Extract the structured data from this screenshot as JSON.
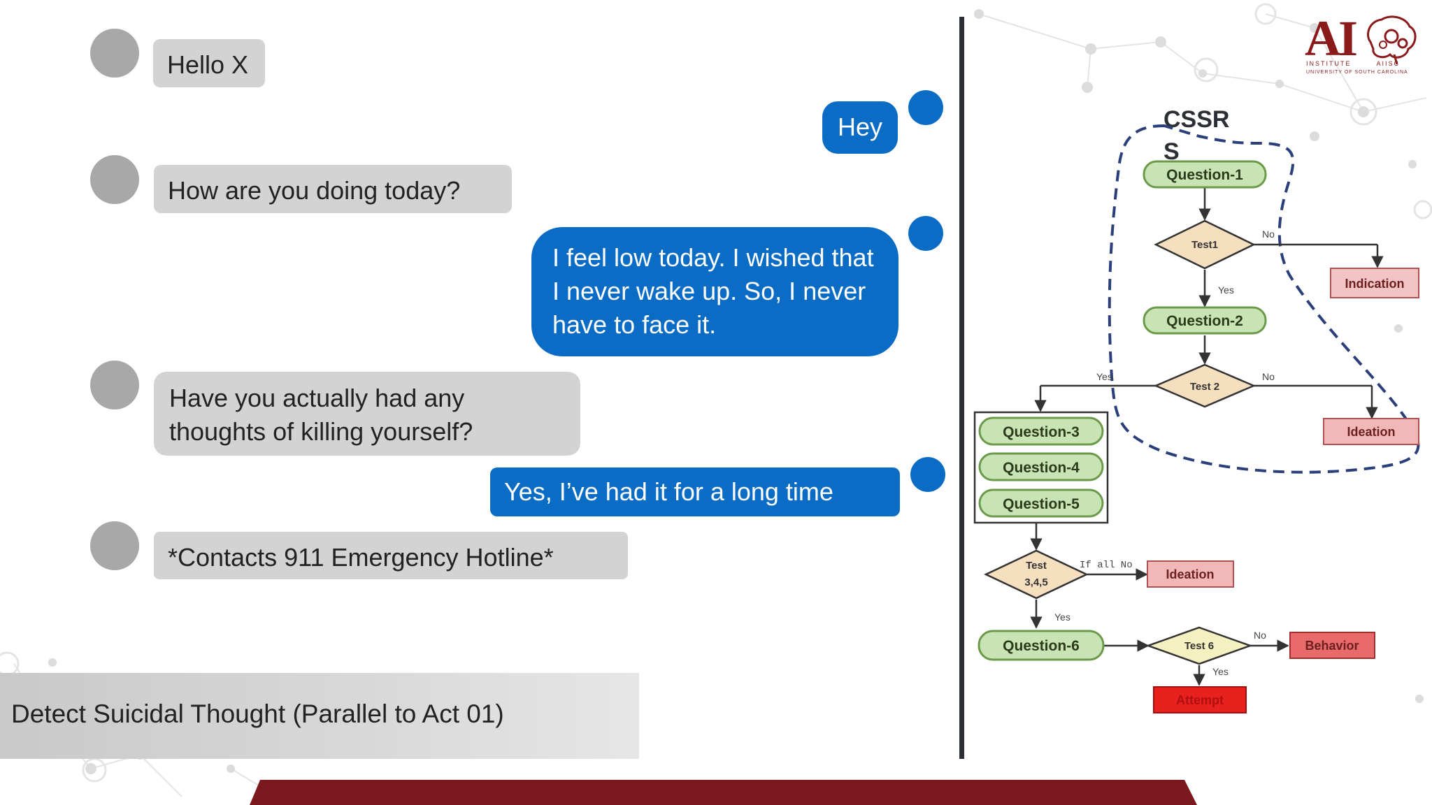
{
  "chat": {
    "messages": [
      {
        "side": "in",
        "text": "Hello X"
      },
      {
        "side": "out",
        "text": "Hey"
      },
      {
        "side": "in",
        "text": "How are you doing today?"
      },
      {
        "side": "out",
        "text": "I feel low today. I wished that I never wake up. So, I never have to face it."
      },
      {
        "side": "in",
        "text": "Have you actually had any thoughts of killing yourself?"
      },
      {
        "side": "out",
        "text": "Yes, I’ve had it for a long time"
      },
      {
        "side": "in",
        "text": "*Contacts 911 Emergency Hotline*"
      }
    ]
  },
  "caption": "Detect Suicidal Thought (Parallel to Act 01)",
  "logo": {
    "text": "AI",
    "sub": "INSTITUTE",
    "sub_right": "AIISC",
    "sub2": "UNIVERSITY OF SOUTH CAROLINA"
  },
  "flowchart": {
    "title": "CSSRS",
    "nodes": {
      "q1": "Question-1",
      "test1": "Test1",
      "indication": "Indication",
      "q2": "Question-2",
      "test2": "Test 2",
      "ideation1": "Ideation",
      "q3": "Question-3",
      "q4": "Question-4",
      "q5": "Question-5",
      "test345_a": "Test",
      "test345_b": "3,4,5",
      "ideation2": "Ideation",
      "q6": "Question-6",
      "test6": "Test 6",
      "behavior": "Behavior",
      "attempt": "Attempt"
    },
    "edge_labels": {
      "no": "No",
      "yes": "Yes",
      "if_all_no": "If all No"
    }
  },
  "colors": {
    "bubble_in": "#d3d3d3",
    "bubble_out": "#0a6cc4",
    "avatar_in": "#a8a8a8",
    "q_fill": "#c9e4b4",
    "q_stroke": "#6a9a4a",
    "diam_fill": "#f6dfbf",
    "diam_yellow": "#f5f0c0",
    "pink": "#f2b8b8",
    "red": "#e8201e",
    "footer": "#7a1a1f"
  }
}
